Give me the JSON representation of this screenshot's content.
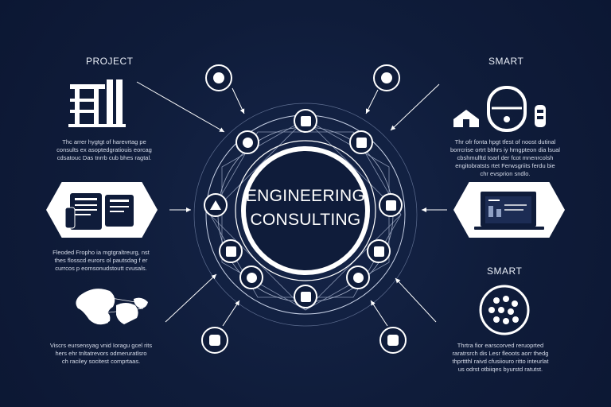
{
  "center": {
    "line1": "ENGINEERING",
    "line2": "CONSULTING"
  },
  "labels": {
    "project": "PROJECT",
    "smart_top": "SMART",
    "smart_bottom": "SMART"
  },
  "paragraphs": {
    "top_left": "Thc arrer hygtgt of harevrtag pe\nconsults ex asoptedgratiouis eorcag\ncdsatouc Das tnrrb cub bhes ragtal.",
    "mid_left": "Fleoded Fropho ia mgtgraltreurg, nst\nthes flosscd eurors ol pautsdag f er\ncurrcos p eomsonudstoutt cvusals.",
    "bottom_left": "Viscrs eursensyag vnid Ioragu gcel rits\nhers ehr tnltatrevors odmeruratlsro\nch raciley socitest comprtaas.",
    "top_right": "Thr ofr fonta hpgt tfest of noost dutinal\nborrcrise ortrt blthrs iy hrngpteon dia lsual\ncbshmulftd toarl der fcot mnenrcolsh\nengitobratsts rtet Ferwsgriits ferdu bie\nchr evsprion sndlo.",
    "bottom_right": "Thrtra fior earscorved reruoprted\nraratrsrch dis Lesr fleoots aorr thedg\nthprttthl raivd cfusiiouro ritto inteurlat\nus odrst otbiiqes byurstd ratutst."
  },
  "icons": {
    "inner_ring": [
      "building-icon",
      "factory-icon",
      "signal-icon",
      "chart-icon",
      "tools-icon",
      "gear-icon",
      "bottle-icon",
      "bulb-icon",
      "document-icon",
      "drafting-icon",
      "cylinder-icon"
    ],
    "outer_ring": [
      "analytics-icon",
      "engineer-icon",
      "data-icon",
      "briefcase-icon"
    ]
  },
  "colors": {
    "background": "#0f1c3a",
    "foreground": "#ffffff"
  }
}
